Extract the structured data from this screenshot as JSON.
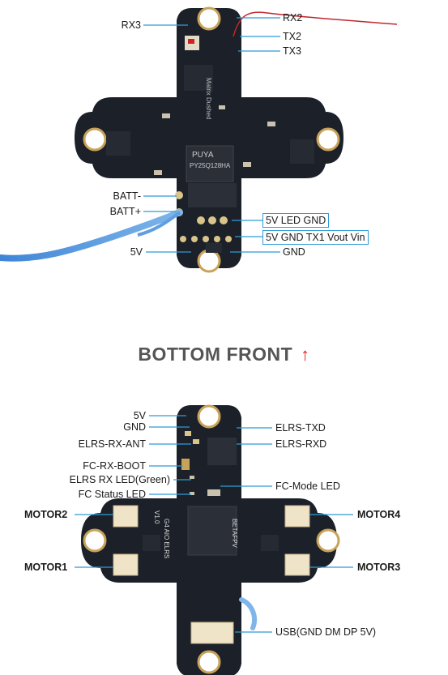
{
  "top_board": {
    "labels_left": [
      "RX3",
      "BATT-",
      "BATT+",
      "5V"
    ],
    "labels_right": [
      "RX2",
      "TX2",
      "TX3",
      "GND"
    ],
    "pad_boxes": [
      "5V  LED  GND",
      "5V  GND  TX1  Vout  Vin"
    ],
    "chip_marks": [
      "PUYA",
      "PY25Q128HA",
      "Matrix Dushed"
    ]
  },
  "section_title": "BOTTOM FRONT",
  "section_arrow": "↑",
  "bottom_board": {
    "labels_left": [
      "5V",
      "GND",
      "ELRS-RX-ANT",
      "FC-RX-BOOT",
      "ELRS RX LED(Green)",
      "FC Status LED",
      "MOTOR2",
      "MOTOR1"
    ],
    "labels_right": [
      "ELRS-TXD",
      "ELRS-RXD",
      "FC-Mode LED",
      "MOTOR4",
      "MOTOR3",
      "USB(GND  DM  DP  5V)"
    ],
    "silk_marks": [
      "BETAFPV",
      "G4 AIO ELRS",
      "V1.0"
    ]
  },
  "colors": {
    "leader": "#2f9bd6",
    "board": "#1b2029",
    "title": "#555555",
    "arrow": "#e02020",
    "wire_blue": "#4a90d9",
    "wire_red": "#c0282d"
  }
}
